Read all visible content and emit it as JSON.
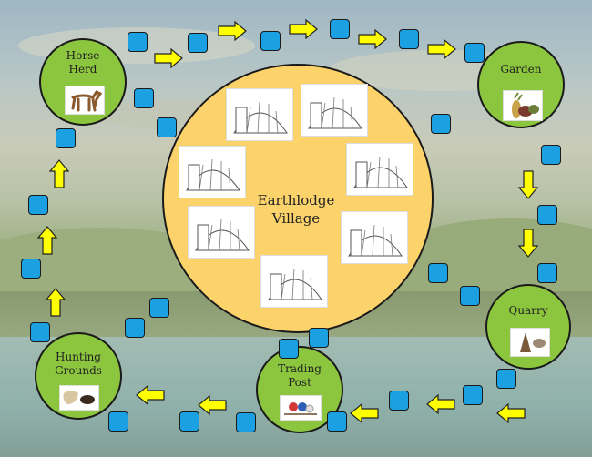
{
  "board": {
    "center": {
      "label_line1": "Earthlodge",
      "label_line2": "Village"
    },
    "stations": {
      "horse_herd": {
        "line1": "Horse",
        "line2": "Herd"
      },
      "garden": {
        "line1": "Garden",
        "line2": ""
      },
      "quarry": {
        "line1": "Quarry",
        "line2": ""
      },
      "trading_post": {
        "line1": "Trading",
        "line2": "Post"
      },
      "hunting_grounds": {
        "line1": "Hunting",
        "line2": "Grounds"
      }
    }
  },
  "colors": {
    "space": "#1ba1e2",
    "arrow": "#ffff00",
    "station": "#8cc63f",
    "village": "#fcd36b"
  },
  "icons": {
    "space": "blue-square-space",
    "arrow": "yellow-arrow",
    "lodge": "earthlodge-drawing",
    "horse": "horse-picture",
    "garden": "corn-and-squash-picture",
    "quarry": "stone-tools-picture",
    "trading": "trade-goods-picture",
    "hunting": "hide-and-meat-picture"
  }
}
